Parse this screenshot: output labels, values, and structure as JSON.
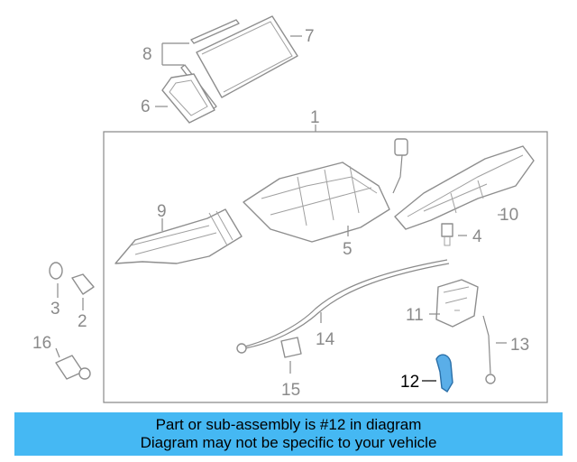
{
  "diagram": {
    "callouts": [
      "1",
      "2",
      "3",
      "4",
      "5",
      "6",
      "7",
      "8",
      "9",
      "10",
      "11",
      "12",
      "13",
      "14",
      "15",
      "16"
    ],
    "highlighted_part": "12",
    "highlight_color": "#5aaee8",
    "banner_color": "#45b8f3"
  },
  "banner": {
    "line1": "Part or sub-assembly is #12 in diagram",
    "line2": "Diagram may not be specific to your vehicle"
  }
}
